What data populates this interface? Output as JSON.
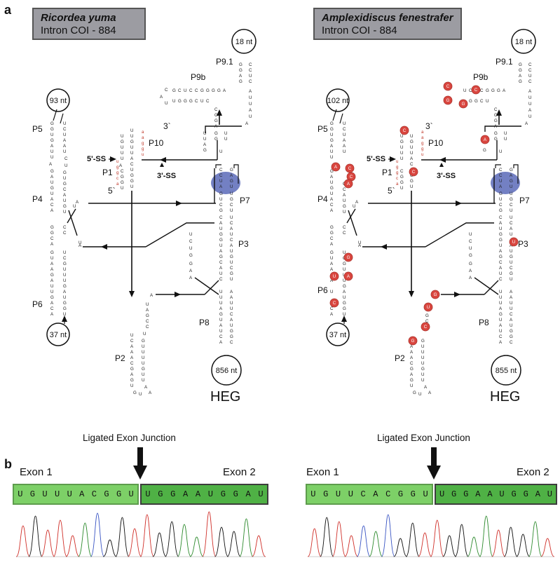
{
  "panel_a": {
    "letter": "a",
    "left": {
      "species": "Ricordea yuma",
      "intron": "Intron COI - 884",
      "loops": {
        "p9_1": "18 nt",
        "p5": "93 nt",
        "p6": "37 nt",
        "p8": "856 nt"
      }
    },
    "right": {
      "species": "Amplexidiscus fenestrafer",
      "intron": "Intron COI - 884",
      "loops": {
        "p9_1": "18 nt",
        "p5": "102 nt",
        "p6": "37 nt",
        "p8": "855 nt"
      }
    },
    "labels": {
      "p9_1": "P9.1",
      "p9b": "P9b",
      "p10": "P10",
      "p5": "P5",
      "p1": "P1",
      "p4": "P4",
      "p7": "P7",
      "p3": "P3",
      "p6": "P6",
      "p8": "P8",
      "p2": "P2",
      "ss5": "5'-SS",
      "ss3": "3'-SS",
      "end3": "3`",
      "end5": "5`",
      "heg": "HEG"
    },
    "colors": {
      "mutation": "#d9463f",
      "gbinding": "#5a6ab8",
      "exon_nt": "#c0392b"
    }
  },
  "panel_b": {
    "letter": "b",
    "left": {
      "junction_label": "Ligated Exon Junction",
      "exon1_label": "Exon 1",
      "exon2_label": "Exon 2",
      "exon1_seq": [
        "U",
        "G",
        "U",
        "U",
        "U",
        "A",
        "C",
        "G",
        "G",
        "U"
      ],
      "exon2_seq": [
        "U",
        "G",
        "G",
        "A",
        "A",
        "U",
        "G",
        "G",
        "A",
        "U"
      ]
    },
    "right": {
      "junction_label": "Ligated Exon Junction",
      "exon1_label": "Exon 1",
      "exon2_label": "Exon 2",
      "exon1_seq": [
        "U",
        "G",
        "U",
        "U",
        "C",
        "A",
        "C",
        "G",
        "G",
        "U"
      ],
      "exon2_seq": [
        "U",
        "G",
        "G",
        "A",
        "A",
        "U",
        "G",
        "G",
        "A",
        "U"
      ]
    },
    "colors": {
      "exon1": "#7dd067",
      "exon2": "#4fb145",
      "trace_a": "#2e8b2e",
      "trace_c": "#3a55c4",
      "trace_g": "#111111",
      "trace_t": "#d0302a"
    }
  }
}
